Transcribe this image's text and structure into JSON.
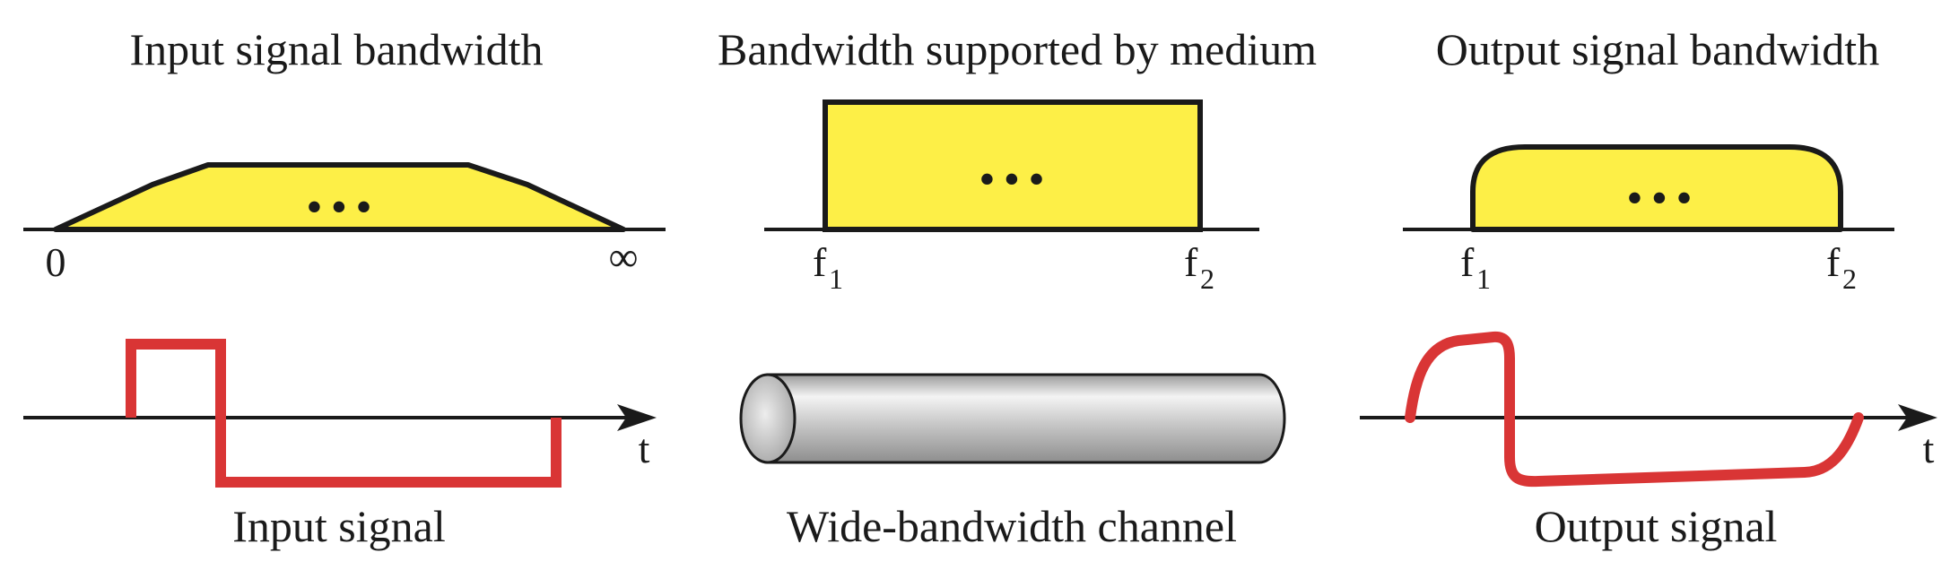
{
  "colors": {
    "fill_yellow": "#fdef47",
    "signal_red": "#d93535",
    "outline": "#1a1a1a",
    "cable_gray": "#b9b9b9"
  },
  "panels": {
    "input_bandwidth": {
      "title": "Input signal bandwidth",
      "left_label": "0",
      "right_label": "∞",
      "ellipsis": "• • •"
    },
    "medium_bandwidth": {
      "title": "Bandwidth supported by medium",
      "f1_label": "f",
      "f1_sub": "1",
      "f2_label": "f",
      "f2_sub": "2",
      "ellipsis": "• • •"
    },
    "output_bandwidth": {
      "title": "Output signal bandwidth",
      "f1_label": "f",
      "f1_sub": "1",
      "f2_label": "f",
      "f2_sub": "2",
      "ellipsis": "• • •"
    },
    "input_signal": {
      "caption": "Input signal",
      "axis_label": "t"
    },
    "channel": {
      "caption": "Wide-bandwidth channel"
    },
    "output_signal": {
      "caption": "Output signal",
      "axis_label": "t"
    }
  }
}
